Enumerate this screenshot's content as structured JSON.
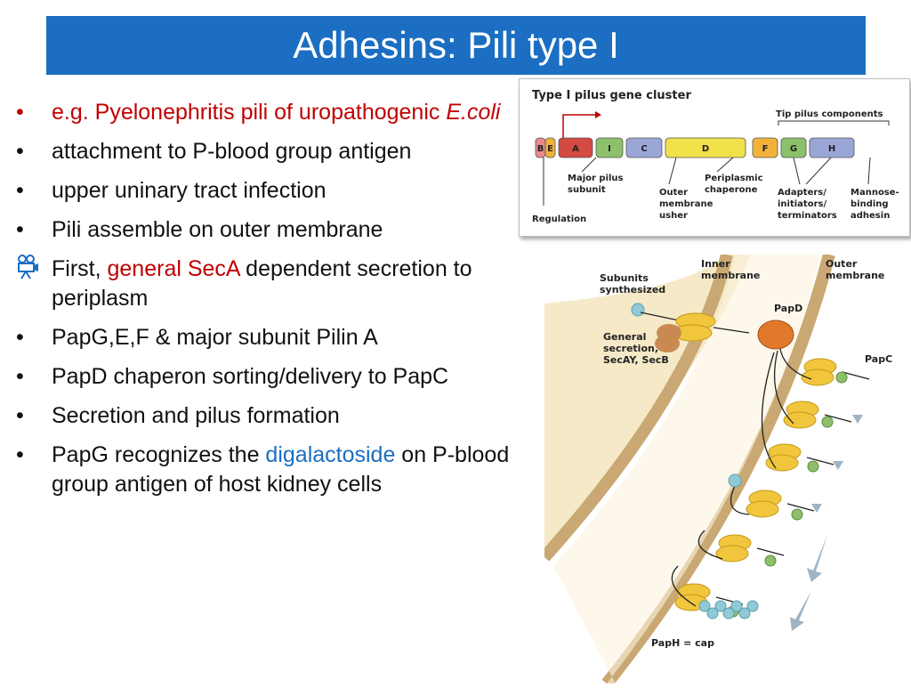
{
  "slide": {
    "title": "Adhesins: Pili type I"
  },
  "bullets": [
    {
      "prefix": "e.g. Pyelonephritis pili of uropathogenic ",
      "italic": "E.coli"
    },
    {
      "text": "attachment to P-blood group antigen"
    },
    {
      "text": "upper uninary tract infection"
    },
    {
      "text": "Pili assemble on outer membrane"
    },
    {
      "prefix": " First, ",
      "highlight": "general SecA",
      "suffix": " dependent secretion  to periplasm",
      "icon": "video-camera-icon"
    },
    {
      "text": "PapG,E,F & major subunit Pilin A"
    },
    {
      "text": " PapD chaperon sorting/delivery to PapC"
    },
    {
      "text": "Secretion and pilus formation"
    },
    {
      "prefix": "PapG recognizes the ",
      "highlight": "digalactoside",
      "suffix": " on P-blood group antigen of host kidney cells"
    }
  ],
  "bullet_symbol": "•",
  "gene_cluster": {
    "title": "Type I pilus gene cluster",
    "tip_label": "Tip pilus components",
    "genes": [
      {
        "label": "B",
        "color": "#e88a8a"
      },
      {
        "label": "E",
        "color": "#f2b23a"
      },
      {
        "label": "A",
        "color": "#d24a42"
      },
      {
        "label": "I",
        "color": "#8cc06a"
      },
      {
        "label": "C",
        "color": "#9aa6d6"
      },
      {
        "label": "D",
        "color": "#f0e04a"
      },
      {
        "label": "F",
        "color": "#f2b23a"
      },
      {
        "label": "G",
        "color": "#8cc06a"
      },
      {
        "label": "H",
        "color": "#9aa6d6"
      }
    ],
    "callouts": {
      "regulation": "Regulation",
      "major1": "Major pilus",
      "major2": "subunit",
      "outer1": "Outer",
      "outer2": "membrane",
      "outer3": "usher",
      "peri1": "Periplasmic",
      "peri2": "chaperone",
      "adapt1": "Adapters/",
      "adapt2": "initiators/",
      "adapt3": "terminators",
      "mann1": "Mannose-",
      "mann2": "binding",
      "mann3": "adhesin"
    }
  },
  "assembly": {
    "subunits1": "Subunits",
    "subunits2": "synthesized",
    "inner1": "Inner",
    "inner2": "membrane",
    "outer1": "Outer",
    "outer2": "membrane",
    "general1": "General",
    "general2": "secretion,",
    "general3": "SecAY, SecB",
    "papd": "PapD",
    "papc": "PapC",
    "paph": "PapH = cap",
    "colors": {
      "membrane": "#c9a873",
      "cytoplasm": "#f5e9c7",
      "usher": "#f1c63c",
      "papd": "#e07a2a",
      "subunit": "#8fcad6"
    }
  }
}
